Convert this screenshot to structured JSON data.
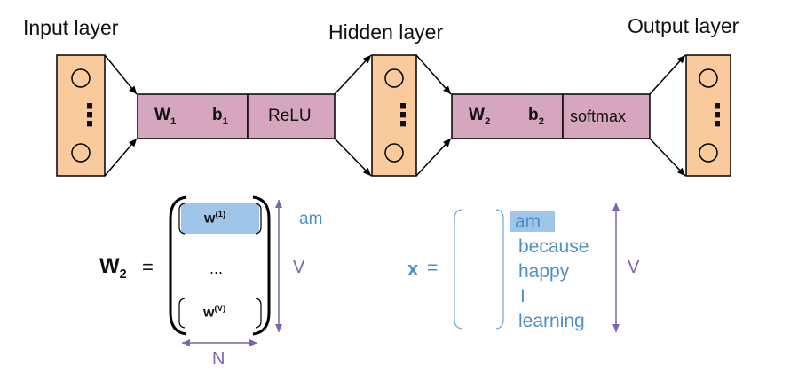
{
  "layers": {
    "input": "Input layer",
    "hidden": "Hidden layer",
    "output": "Output layer"
  },
  "block1": {
    "weight": "W",
    "weight_sub": "1",
    "bias": "b",
    "bias_sub": "1",
    "activation": "ReLU"
  },
  "block2": {
    "weight": "W",
    "weight_sub": "2",
    "bias": "b",
    "bias_sub": "2",
    "activation": "softmax"
  },
  "neuron_dots": "⋮",
  "matrix": {
    "lhs": "W",
    "lhs_sub": "2",
    "equals": "=",
    "row_first": "w",
    "row_first_sup": "(1)",
    "row_mid": "...",
    "row_last": "w",
    "row_last_sup": "(V)",
    "row_dim": "V",
    "col_dim": "N",
    "first_word": "am"
  },
  "vector": {
    "lhs": "x",
    "equals": "=",
    "words": [
      "am",
      "because",
      "happy",
      "I",
      "learning"
    ],
    "dim": "V"
  },
  "colors": {
    "layer_fill": "#f9cb9c",
    "block_fill": "#d5a6bd",
    "highlight": "#9fc5e8",
    "blue_text": "#4f8fc6",
    "purple": "#7d62b0"
  }
}
